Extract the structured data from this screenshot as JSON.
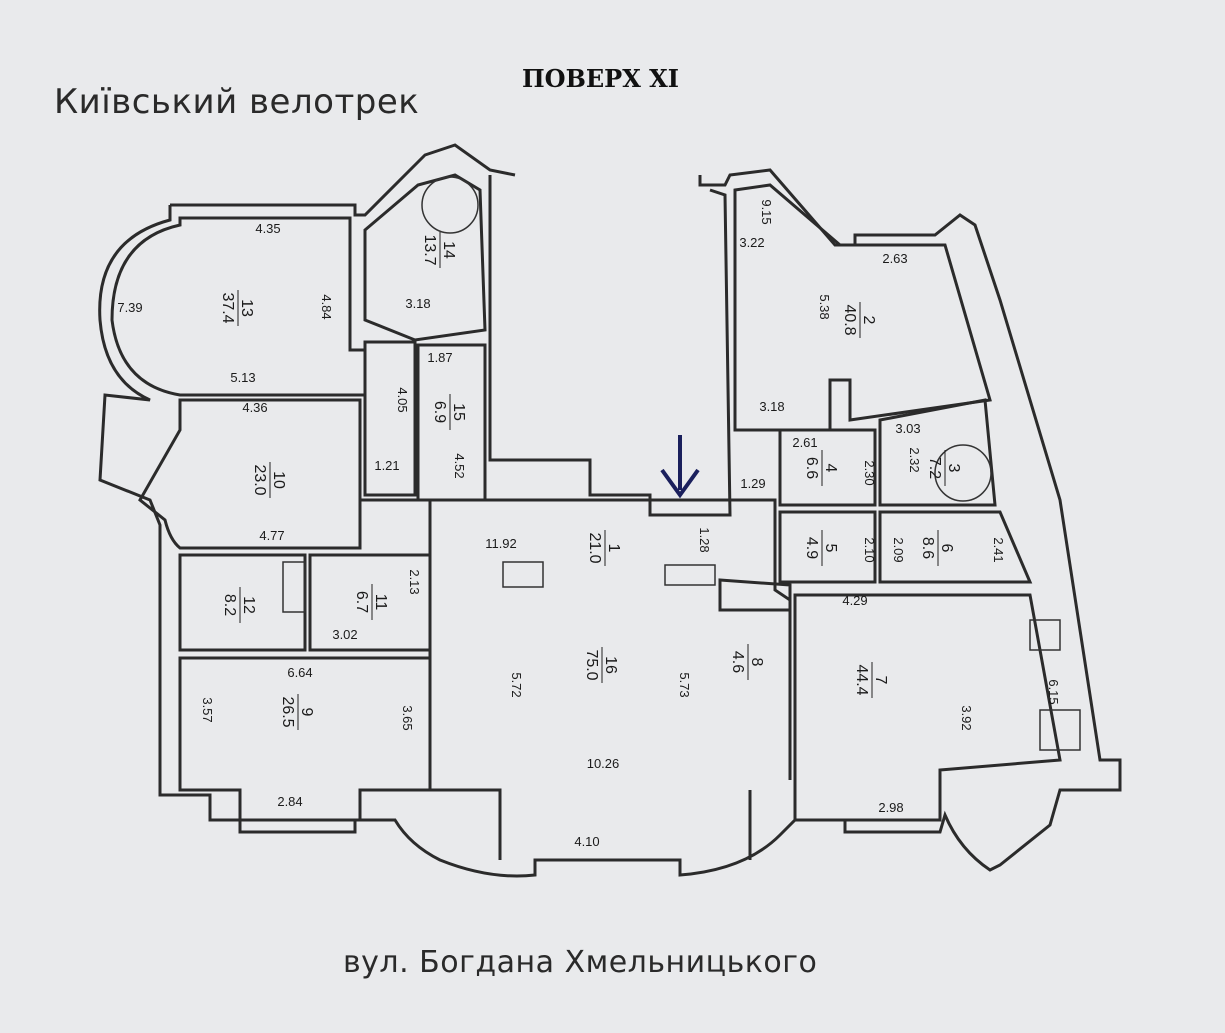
{
  "annotations": {
    "landmark_top": "Київський велотрек",
    "street_bottom": "вул. Богдана Хмельницького"
  },
  "floor_title": "ПОВЕРХ XI",
  "marker": {
    "name": "arrow-down-icon",
    "color": "#1a1f5c"
  },
  "rooms": [
    {
      "number": "1",
      "area": "21.0"
    },
    {
      "number": "2",
      "area": "40.8"
    },
    {
      "number": "3",
      "area": "7.2"
    },
    {
      "number": "4",
      "area": "6.6"
    },
    {
      "number": "5",
      "area": "4.9"
    },
    {
      "number": "6",
      "area": "8.6"
    },
    {
      "number": "7",
      "area": "44.4"
    },
    {
      "number": "8",
      "area": "4.6"
    },
    {
      "number": "9",
      "area": "26.5"
    },
    {
      "number": "10",
      "area": "23.0"
    },
    {
      "number": "11",
      "area": "6.7"
    },
    {
      "number": "12",
      "area": "8.2"
    },
    {
      "number": "13",
      "area": "37.4"
    },
    {
      "number": "14",
      "area": "13.7"
    },
    {
      "number": "15",
      "area": "6.9"
    },
    {
      "number": "16",
      "area": "75.0"
    }
  ],
  "dimensions": [
    "4.35",
    "7.39",
    "4.84",
    "5.13",
    "3.18",
    "1.87",
    "4.05",
    "4.52",
    "1.21",
    "4.36",
    "4.77",
    "9.15",
    "3.22",
    "2.63",
    "5.38",
    "3.18",
    "2.61",
    "2.30",
    "3.03",
    "2.32",
    "1.29",
    "1.28",
    "11.92",
    "2.10",
    "2.09",
    "2.41",
    "4.29",
    "3.02",
    "2.13",
    "6.64",
    "3.57",
    "3.65",
    "2.84",
    "5.72",
    "5.73",
    "10.26",
    "4.10",
    "6.15",
    "3.92",
    "2.98"
  ]
}
